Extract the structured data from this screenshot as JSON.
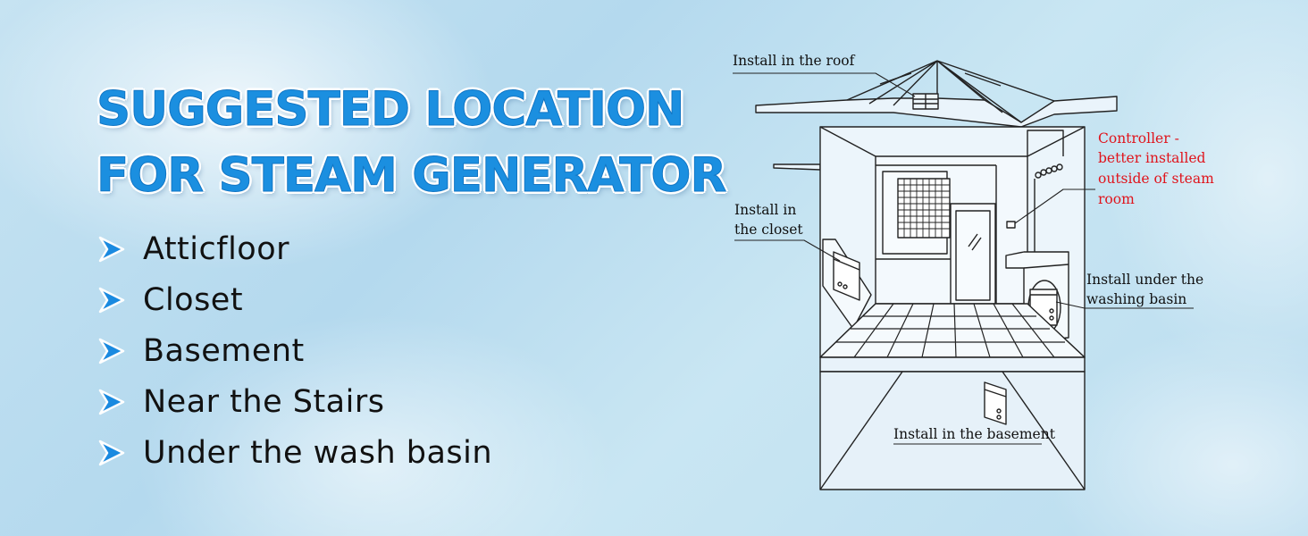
{
  "headline": {
    "line1": "SUGGESTED LOCATION",
    "line2": "FOR STEAM GENERATOR",
    "color": "#1b8fe0"
  },
  "locations": {
    "bullet_icon": "chevron-right-icon",
    "items": [
      {
        "label": "Atticfloor"
      },
      {
        "label": "Closet"
      },
      {
        "label": "Basement"
      },
      {
        "label": "Near the Stairs"
      },
      {
        "label": "Under the wash basin"
      }
    ]
  },
  "diagram": {
    "labels": {
      "roof": "Install in the roof",
      "closet_line1": "Install in",
      "closet_line2": "the closet",
      "controller_line1": "Controller -",
      "controller_line2": "better installed",
      "controller_line3": "outside of steam",
      "controller_line4": "room",
      "basin_line1": "Install under the",
      "basin_line2": "washing basin",
      "basement": "Install in the basement"
    },
    "controller_color": "#e0141c"
  }
}
